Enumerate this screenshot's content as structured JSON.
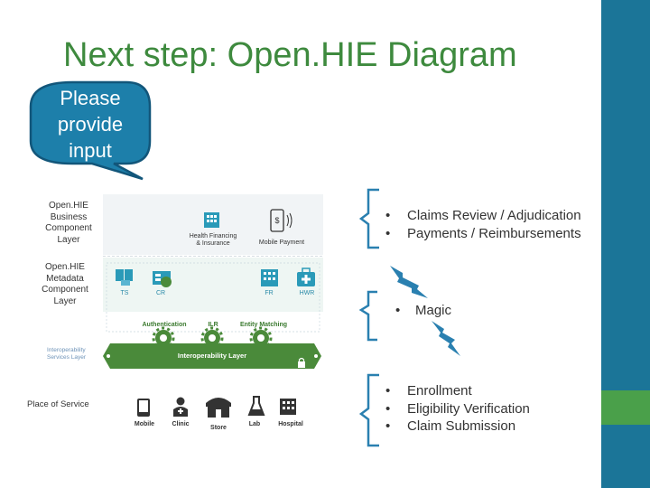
{
  "slide": {
    "title": "Next step: Open.HIE Diagram",
    "bubble": [
      "Please",
      "provide",
      "input"
    ]
  },
  "diagram": {
    "layers": {
      "component": [
        "Open.HIE",
        "Business",
        "Component",
        "Layer"
      ],
      "metadata": [
        "Open.HIE",
        "Metadata",
        "Component",
        "Layer"
      ],
      "interop_services": [
        "Interoperability",
        "Services Layer"
      ],
      "place_of_service": "Place of Service"
    },
    "business_components": [
      {
        "label": [
          "Health Financing",
          "& Insurance"
        ],
        "icon": "building-icon"
      },
      {
        "label": [
          "Mobile Payment"
        ],
        "icon": "mobile-payment-icon"
      }
    ],
    "registries": [
      "TS",
      "CR",
      "FR",
      "HWR"
    ],
    "services": [
      "Authentication",
      "ILR",
      "Entity Matching"
    ],
    "interop_bar": "Interoperability Layer",
    "points_of_service": [
      "Mobile",
      "Clinic",
      "Store",
      "Lab",
      "Hospital"
    ]
  },
  "annotations": {
    "top": [
      "Claims Review / Adjudication",
      "Payments / Reimbursements"
    ],
    "middle": [
      "Magic"
    ],
    "bottom": [
      "Enrollment",
      "Eligibility Verification",
      "Claim Submission"
    ],
    "bullet": "•"
  },
  "colors": {
    "title_green": "#3e8a3e",
    "bubble_blue": "#1d7faa",
    "bracket_blue": "#2a80b0",
    "bar_green": "#4a8a3a",
    "registry_teal": "#2a9ab8",
    "strip_blue": "#1b7598",
    "strip_green": "#4aa04a"
  }
}
